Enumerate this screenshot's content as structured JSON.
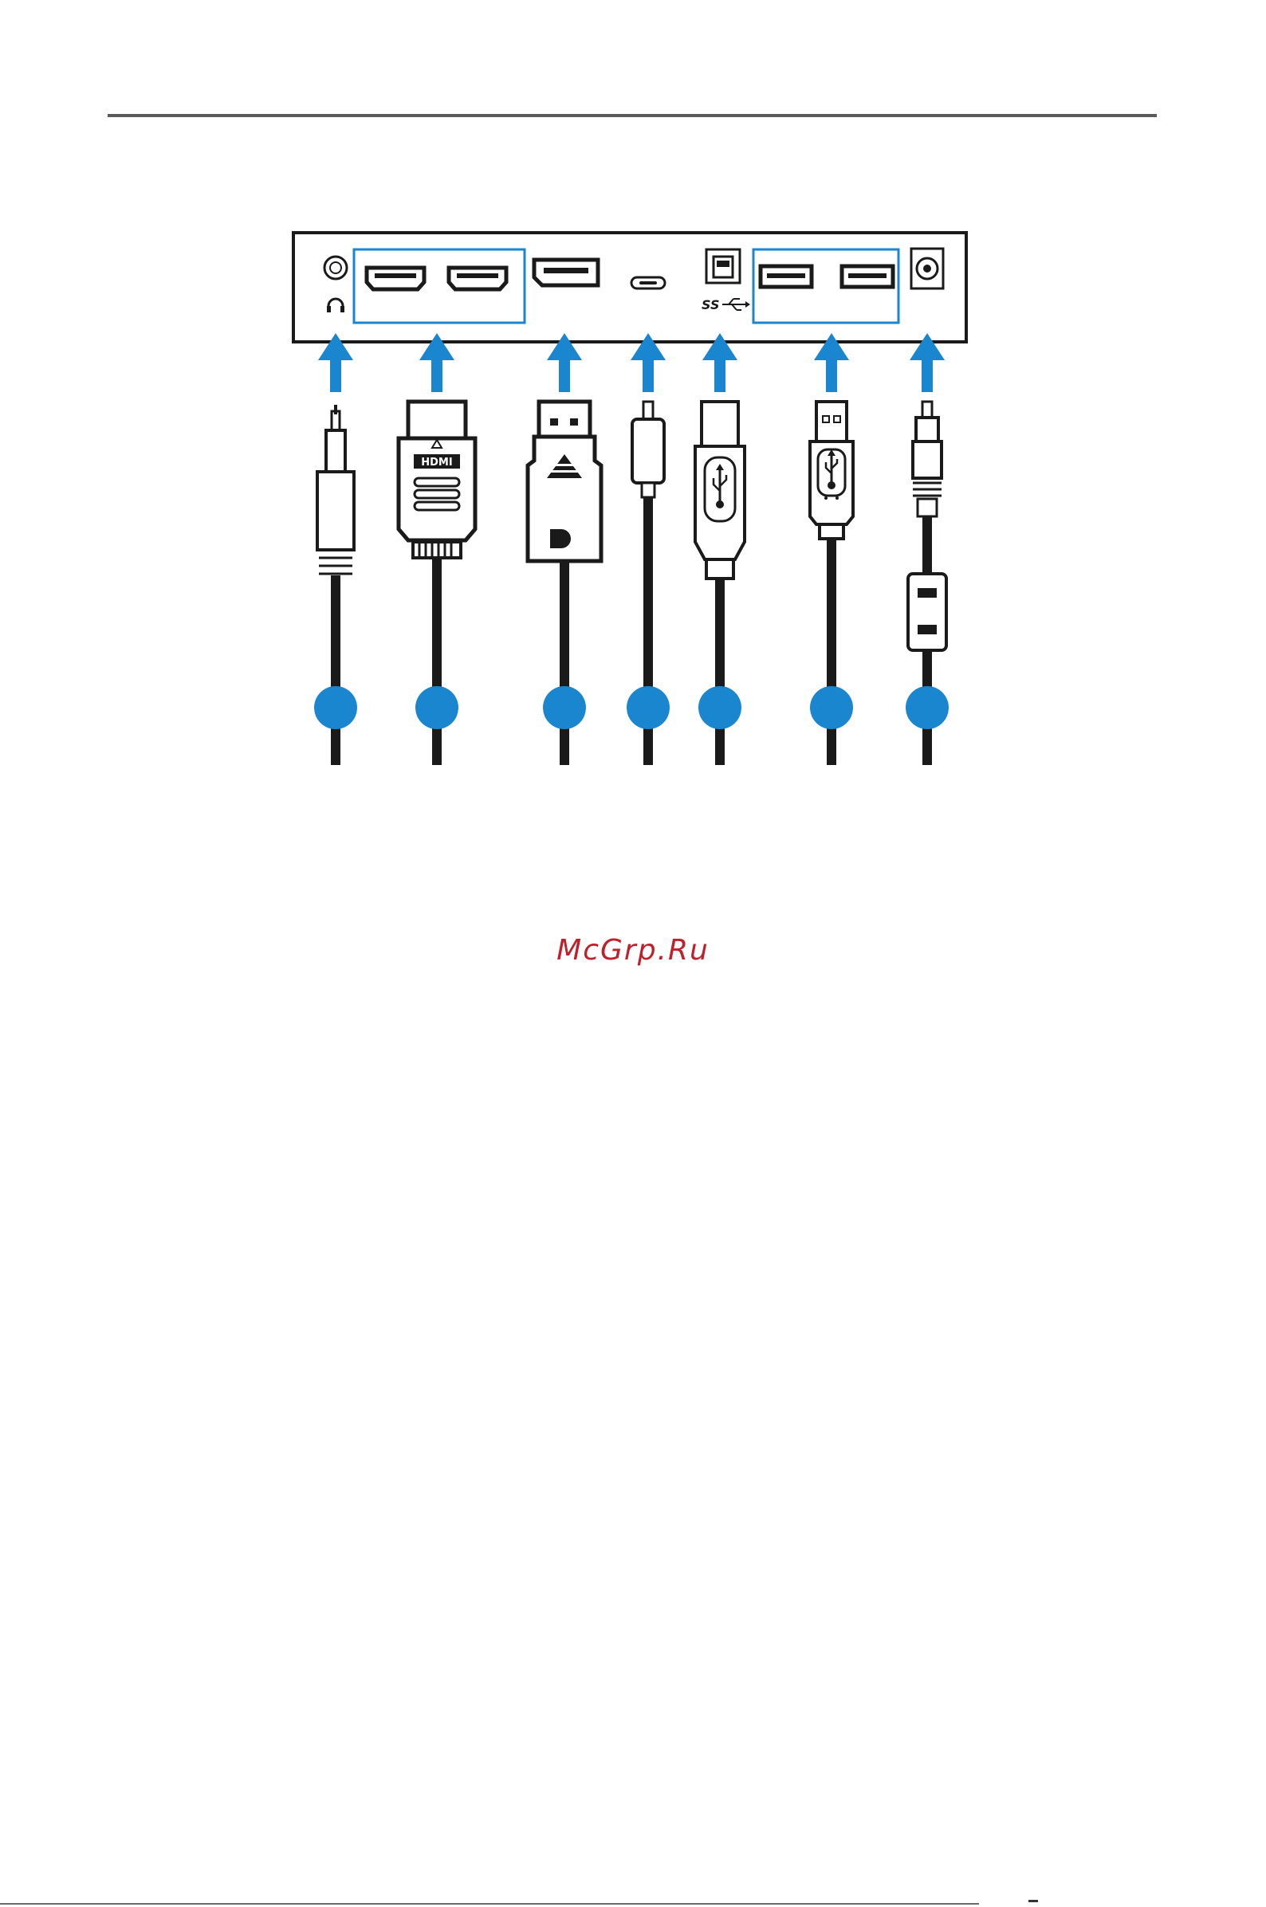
{
  "page": {
    "watermark_text": "McGrp.Ru"
  },
  "colors": {
    "accent_blue": "#1a86cf",
    "ink": "#1a1a1a",
    "rule_gray": "#595959",
    "watermark_red": "#c0202a"
  },
  "diagram": {
    "panel_ports": [
      {
        "name": "audio-out-port",
        "icon": "headphone-icon"
      },
      {
        "name": "hdmi-port-1",
        "icon": "hdmi-port-icon"
      },
      {
        "name": "hdmi-port-2",
        "icon": "hdmi-port-icon"
      },
      {
        "name": "displayport-port",
        "icon": "displayport-port-icon"
      },
      {
        "name": "usb-c-port",
        "icon": "usb-c-port-icon"
      },
      {
        "name": "usb-b-upstream-port",
        "icon": "usb-b-port-icon",
        "label": "SS"
      },
      {
        "name": "usb-a-port-1",
        "icon": "usb-a-port-icon"
      },
      {
        "name": "usb-a-port-2",
        "icon": "usb-a-port-icon"
      },
      {
        "name": "dc-in-port",
        "icon": "power-jack-icon"
      }
    ],
    "cables": [
      {
        "name": "audio-cable",
        "connector": "3.5mm jack"
      },
      {
        "name": "hdmi-cable",
        "connector": "HDMI",
        "label": "HDMI"
      },
      {
        "name": "displayport-cable",
        "connector": "DisplayPort"
      },
      {
        "name": "usb-c-cable",
        "connector": "USB Type-C"
      },
      {
        "name": "usb-b-cable",
        "connector": "USB Type-B"
      },
      {
        "name": "usb-a-cable",
        "connector": "USB Type-A"
      },
      {
        "name": "power-cable",
        "connector": "DC barrel plug"
      }
    ]
  }
}
